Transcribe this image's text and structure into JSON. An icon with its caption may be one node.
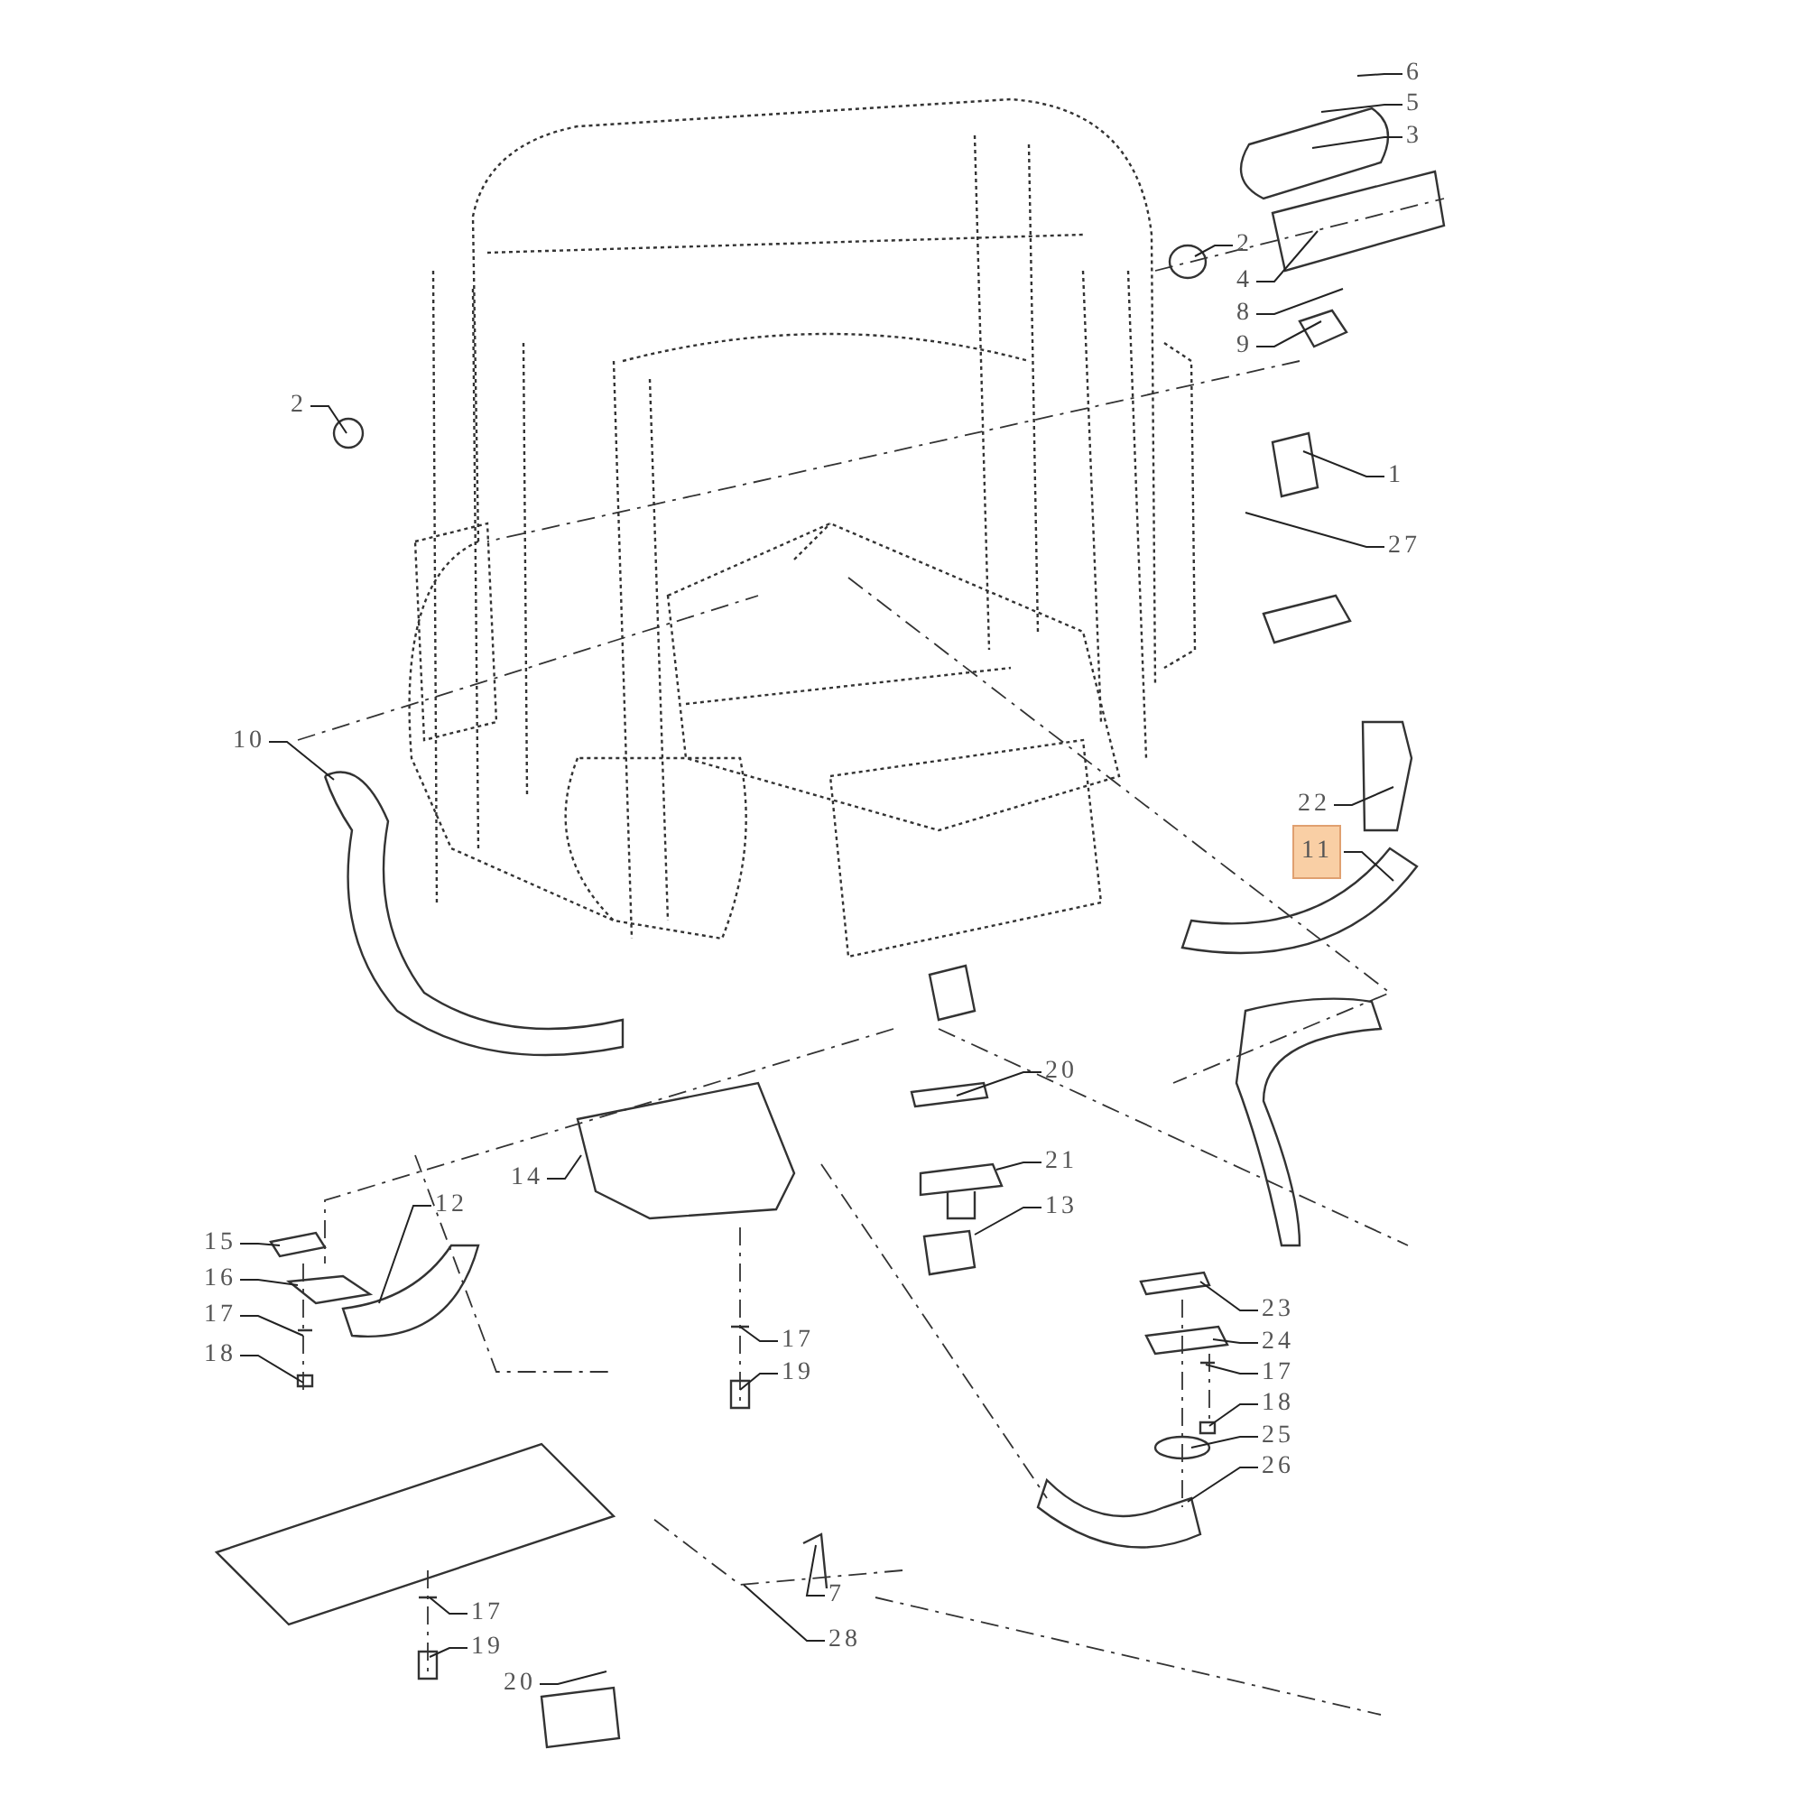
{
  "diagram": {
    "nodes": [
      {
        "text": [
          "6"
        ]
      },
      {
        "text": [
          "5"
        ]
      },
      {
        "text": [
          "3"
        ]
      },
      {
        "text": [
          "2"
        ]
      },
      {
        "text": [
          "4"
        ]
      },
      {
        "text": [
          "8"
        ]
      },
      {
        "text": [
          "9"
        ]
      },
      {
        "text": [
          "1"
        ]
      },
      {
        "text": [
          "27"
        ]
      },
      {
        "text": [
          "2"
        ]
      },
      {
        "text": [
          "10"
        ]
      },
      {
        "text": [
          "22"
        ]
      },
      {
        "text": [
          "11"
        ]
      },
      {
        "text": [
          "20"
        ]
      },
      {
        "text": [
          "21"
        ]
      },
      {
        "text": [
          "13"
        ]
      },
      {
        "text": [
          "14"
        ]
      },
      {
        "text": [
          "15"
        ]
      },
      {
        "text": [
          "12"
        ]
      },
      {
        "text": [
          "16"
        ]
      },
      {
        "text": [
          "17"
        ]
      },
      {
        "text": [
          "18"
        ]
      },
      {
        "text": [
          "17"
        ]
      },
      {
        "text": [
          "19"
        ]
      },
      {
        "text": [
          "23"
        ]
      },
      {
        "text": [
          "24"
        ]
      },
      {
        "text": [
          "17"
        ]
      },
      {
        "text": [
          "18"
        ]
      },
      {
        "text": [
          "25"
        ]
      },
      {
        "text": [
          "26"
        ]
      },
      {
        "text": [
          "17"
        ]
      },
      {
        "text": [
          "19"
        ]
      },
      {
        "text": [
          "7"
        ]
      },
      {
        "text": [
          "28"
        ]
      },
      {
        "text": [
          "20"
        ]
      }
    ],
    "edges": [
      {
        "from": 0,
        "to": null,
        "arrow": "none"
      },
      {
        "from": 1,
        "to": null,
        "arrow": "none"
      },
      {
        "from": 2,
        "to": null,
        "arrow": "none"
      },
      {
        "from": 3,
        "to": null,
        "arrow": "none"
      },
      {
        "from": 4,
        "to": null,
        "arrow": "none"
      },
      {
        "from": 5,
        "to": null,
        "arrow": "none"
      },
      {
        "from": 6,
        "to": null,
        "arrow": "none"
      },
      {
        "from": 7,
        "to": null,
        "arrow": "none"
      },
      {
        "from": 8,
        "to": null,
        "arrow": "none"
      },
      {
        "from": 9,
        "to": null,
        "arrow": "none"
      },
      {
        "from": 10,
        "to": null,
        "arrow": "none"
      },
      {
        "from": 11,
        "to": null,
        "arrow": "none"
      },
      {
        "from": 12,
        "to": null,
        "arrow": "none"
      },
      {
        "from": 13,
        "to": null,
        "arrow": "none"
      },
      {
        "from": 14,
        "to": null,
        "arrow": "none"
      },
      {
        "from": 15,
        "to": null,
        "arrow": "none"
      },
      {
        "from": 16,
        "to": null,
        "arrow": "none"
      },
      {
        "from": 17,
        "to": null,
        "arrow": "none"
      },
      {
        "from": 18,
        "to": null,
        "arrow": "none"
      },
      {
        "from": 19,
        "to": null,
        "arrow": "none"
      },
      {
        "from": 20,
        "to": null,
        "arrow": "none"
      },
      {
        "from": 21,
        "to": null,
        "arrow": "none"
      },
      {
        "from": 22,
        "to": null,
        "arrow": "none"
      },
      {
        "from": 23,
        "to": null,
        "arrow": "none"
      },
      {
        "from": 24,
        "to": null,
        "arrow": "none"
      },
      {
        "from": 25,
        "to": null,
        "arrow": "none"
      },
      {
        "from": 26,
        "to": null,
        "arrow": "none"
      },
      {
        "from": 27,
        "to": null,
        "arrow": "none"
      },
      {
        "from": 28,
        "to": null,
        "arrow": "none"
      },
      {
        "from": 29,
        "to": null,
        "arrow": "none"
      },
      {
        "from": 30,
        "to": null,
        "arrow": "none"
      },
      {
        "from": 31,
        "to": null,
        "arrow": "none"
      },
      {
        "from": 32,
        "to": null,
        "arrow": "none"
      },
      {
        "from": 33,
        "to": null,
        "arrow": "none"
      },
      {
        "from": 34,
        "to": null,
        "arrow": "none"
      }
    ]
  }
}
